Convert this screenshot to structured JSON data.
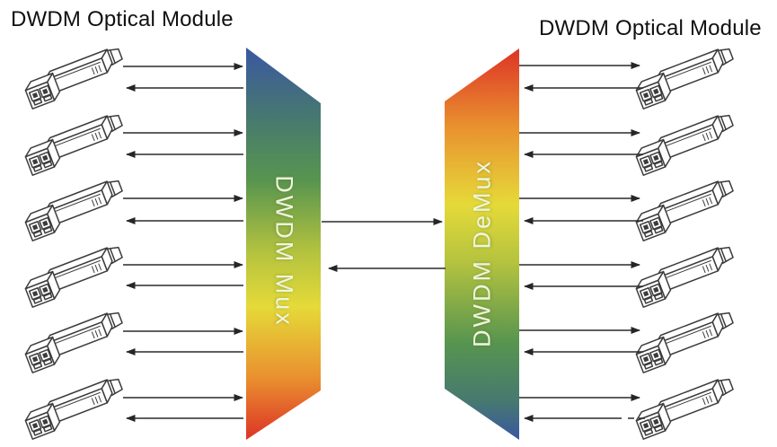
{
  "titles": {
    "left": "DWDM Optical Module",
    "right": "DWDM Optical Module"
  },
  "mux": {
    "label": "DWDM Mux",
    "gradient_top_to_bottom": [
      "#3a57a1",
      "#47796f",
      "#58954f",
      "#b3c23f",
      "#e5da39",
      "#e9912f",
      "#dd3326"
    ]
  },
  "demux": {
    "label": "DWDM DeMux",
    "gradient_top_to_bottom": [
      "#dd3326",
      "#e9912f",
      "#e5da39",
      "#b3c23f",
      "#58954f",
      "#47796f",
      "#3a57a1"
    ]
  },
  "modules": {
    "type": "sfp-optical-transceiver",
    "left_count": 6,
    "right_count": 6
  },
  "links": {
    "arrows_per_module": 2,
    "direction": "bidirectional",
    "trunk_lines_between_mux_and_demux": 2
  },
  "colors": {
    "background": "#ffffff",
    "arrow": "#262626",
    "title_text": "#101010",
    "trapezoid_label_text": "#eef6dc",
    "module_outline": "#3c3c3c"
  }
}
